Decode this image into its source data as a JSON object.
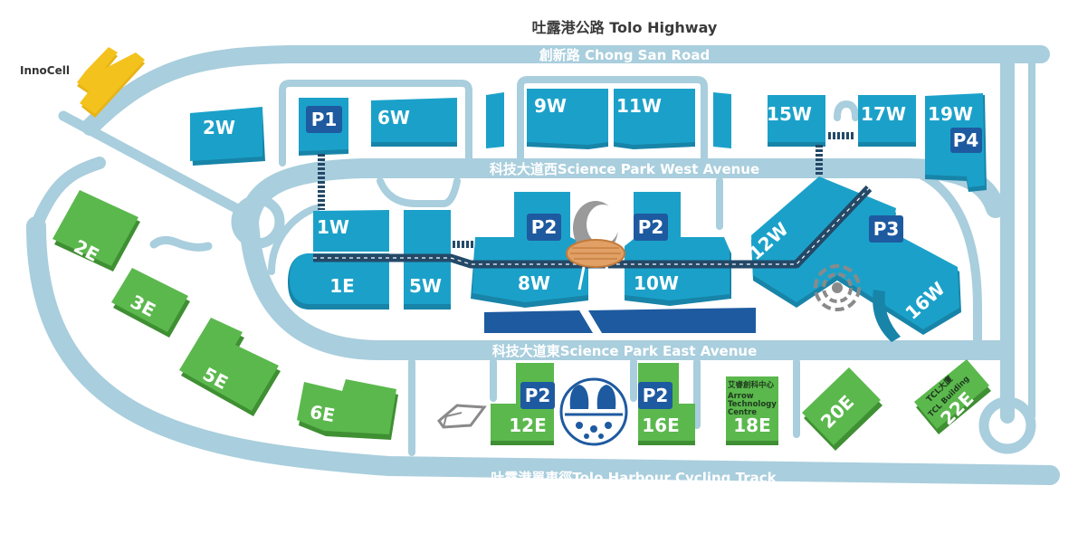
{
  "roads": {
    "highway": "吐露港公路 Tolo Highway",
    "chong_san": "創新路 Chong San Road",
    "west_avenue": "科技大道西Science Park West Avenue",
    "east_avenue": "科技大道東Science Park East Avenue",
    "cycling_track": "吐露港單車徑Tolo Harbour Cycling Track"
  },
  "buildings": {
    "innocell": "InnoCell",
    "b2w": "2W",
    "b6w": "6W",
    "b9w": "9W",
    "b11w": "11W",
    "b15w": "15W",
    "b17w": "17W",
    "b19w": "19W",
    "b1w": "1W",
    "b1e": "1E",
    "b5w": "5W",
    "b8w": "8W",
    "b10w": "10W",
    "b12w": "12W",
    "b16w": "16W",
    "b2e": "2E",
    "b3e": "3E",
    "b5e": "5E",
    "b6e": "6E",
    "b12e": "12E",
    "b16e": "16E",
    "b18e": "18E",
    "b20e": "20E",
    "b22e": "22E"
  },
  "parking": {
    "p1": "P1",
    "p2": "P2",
    "p3": "P3",
    "p4": "P4"
  },
  "labels": {
    "arrow_cn": "艾睿創科中心",
    "arrow_en1": "Arrow",
    "arrow_en2": "Technology",
    "arrow_en3": "Centre",
    "tcl_cn": "TCL大廈",
    "tcl_en": "TCL Building"
  },
  "colors": {
    "road": "#a9cedd",
    "west_building": "#1ba1c9",
    "east_building": "#5bb84d",
    "parking": "#1e5aa0",
    "innocell": "#f3c21c",
    "water": "#1e5aa0"
  },
  "icons": [
    "walkway-bridge",
    "egg-sculpture",
    "dog-mascot-icon",
    "swirl-sculpture",
    "frame-sculpture"
  ]
}
